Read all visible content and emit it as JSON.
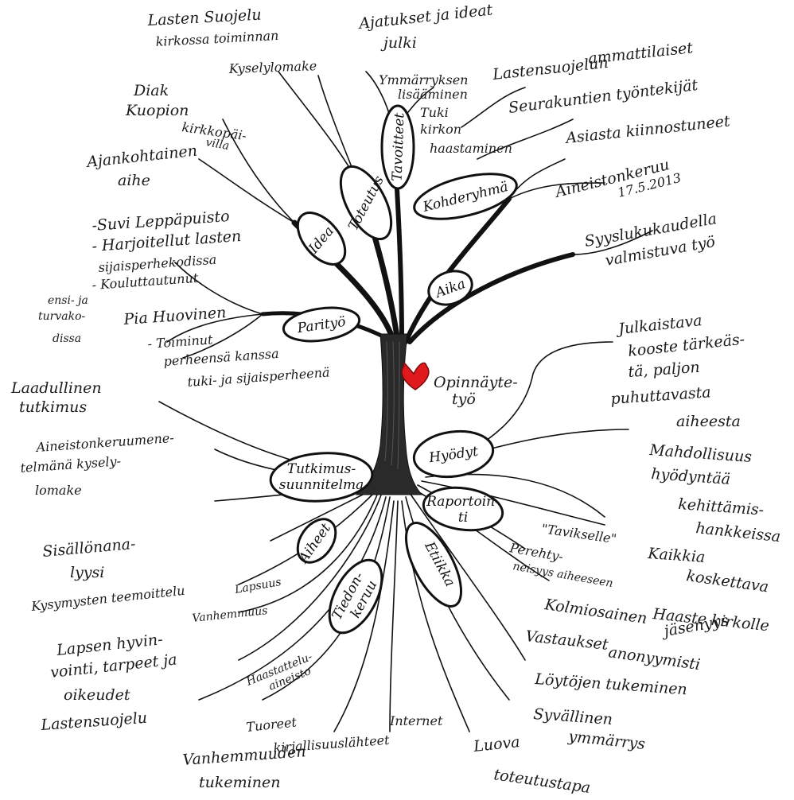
{
  "center": {
    "line1": "Opinnäyte-",
    "line2": "työ"
  },
  "heart_color": "#e0191e",
  "ovals": {
    "tavoitteet": "Tavoitteet",
    "toteutus": "Toteutus",
    "kohderyhma": "Kohderyhmä",
    "idea": "Idea",
    "aika": "Aika",
    "parityo": "Parityö",
    "hyodyt": "Hyödyt",
    "tutkimus_1": "Tutkimus-",
    "tutkimus_2": "suunnitelma",
    "raportointi_1": "Raportoin-",
    "raportointi_2": "ti",
    "aiheet": "Aiheet",
    "etiikka": "Etiikka",
    "tiedonkeruu_1": "Tiedon-",
    "tiedonkeruu_2": "keruu"
  },
  "labels": {
    "lastensuojelu_1": "Lasten Suojelu",
    "lastensuojelu_2": "kirkossa toiminnan",
    "kyselylomake": "Kyselylomake",
    "ajatukset_1": "Ajatukset ja ideat",
    "ajatukset_2": "julki",
    "ymmarrys_1": "Ymmärryksen",
    "ymmarrys_2": "lisääminen",
    "tuki_1": "Tuki",
    "tuki_2": "kirkon",
    "tuki_3": "haastaminen",
    "ammattilaiset_1": "Lastensuojelun",
    "ammattilaiset_2": "ammattilaiset",
    "seurakuntien": "Seurakuntien työntekijät",
    "asiasta": "Asiasta kiinnostuneet",
    "diak_1": "Diak",
    "diak_2": "Kuopion",
    "diak_3": "kirkkopäi-",
    "diak_4": "villa",
    "ajankohtainen_1": "Ajankohtainen",
    "ajankohtainen_2": "aihe",
    "aineisto_1": "Aineistonkeruu",
    "aineisto_2": "17.5.2013",
    "syyslukukausi_1": "Syyslukukaudella",
    "syyslukukausi_2": "valmistuva työ",
    "suvi_1": "-Suvi Leppäpuisto",
    "suvi_2": "- Harjoitellut lasten",
    "suvi_3": "sijaisperhekodissa",
    "suvi_4": "- Kouluttautunut",
    "ensi_1": "ensi- ja",
    "ensi_2": "turvako-",
    "ensi_3": "dissa",
    "pia": "Pia Huovinen",
    "toiminut_1": "- Toiminut",
    "toiminut_2": "perheensä kanssa",
    "toiminut_3": "tuki- ja sijaisperheenä",
    "laadullinen_1": "Laadullinen",
    "laadullinen_2": "tutkimus",
    "aineistonkeruu_1": "Aineistonkeruumene-",
    "aineistonkeruu_2": "telmänä kysely-",
    "aineistonkeruu_3": "lomake",
    "julkaistava_1": "Julkaistava",
    "julkaistava_2": "kooste tärkeäs-",
    "julkaistava_3": "tä, paljon",
    "julkaistava_4": "puhuttavasta",
    "julkaistava_5": "aiheesta",
    "mahdollisuus_1": "Mahdollisuus",
    "mahdollisuus_2": "hyödyntää",
    "mahdollisuus_3": "kehittämis-",
    "mahdollisuus_4": "hankkeissa",
    "tavikselle": "\"Tavikselle\"",
    "kaikkia_1": "Kaikkia",
    "kaikkia_2": "koskettava",
    "perehtyneisyys_1": "Perehty-",
    "perehtyneisyys_2": "neisyys aiheeseen",
    "haaste_1": "Haaste kirkolle",
    "haaste_2": "jäsenyys",
    "kolmiosainen": "Kolmiosainen",
    "vastaukset_1": "Vastaukset",
    "vastaukset_2": "anonyymisti",
    "loytojen": "Löytöjen tukeminen",
    "syvallinen_1": "Syvällinen",
    "syvallinen_2": "ymmärrys",
    "sisallonanalyysi_1": "Sisällönana-",
    "sisallonanalyysi_2": "lyysi",
    "kysymysten": "Kysymysten teemoittelu",
    "lapsuus": "Lapsuus",
    "vanhemmuus": "Vanhemmuus",
    "lapsen_1": "Lapsen hyvin-",
    "lapsen_2": "vointi, tarpeet ja",
    "lapsen_3": "oikeudet",
    "lastensuojelu_b": "Lastensuojelu",
    "haastattelu_1": "Haastattelu-",
    "haastattelu_2": "aineisto",
    "tuoreet_1": "Tuoreet",
    "tuoreet_2": "kirjallisuuslähteet",
    "internet": "Internet",
    "vanhemmuuden_1": "Vanhemmuuden",
    "vanhemmuuden_2": "tukeminen",
    "luova_1": "Luova",
    "luova_2": "toteutustapa"
  }
}
